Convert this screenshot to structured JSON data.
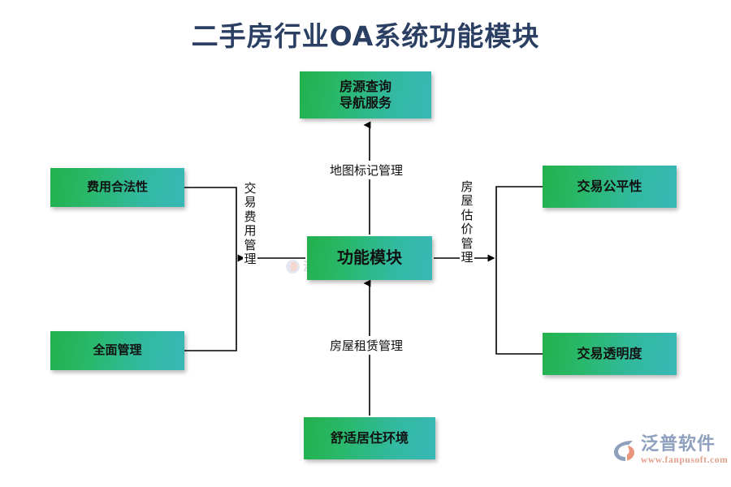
{
  "diagram": {
    "title": "二手房行业OA系统功能模块",
    "title_color": "#2b3f63",
    "accent_gradient_start": "#22b14c",
    "accent_gradient_end": "#38b8b6",
    "center_node": "功能模块",
    "nodes": {
      "top": "房源查询\n导航服务",
      "top_line1": "房源查询",
      "top_line2": "导航服务",
      "bottom": "舒适居住环境",
      "left_top": "费用合法性",
      "left_bottom": "全面管理",
      "right_top": "交易公平性",
      "right_bottom": "交易透明度"
    },
    "edge_labels": {
      "top": "地图标记管理",
      "bottom": "房屋租赁管理",
      "left": "交易费用管理",
      "right": "房屋估价管理"
    }
  },
  "watermark": {
    "text": "泛普软件"
  },
  "logo": {
    "name": "泛普软件",
    "url": "www.fanpusoft.com",
    "name_color": "#8ea0bd",
    "url_color": "#e3a08c"
  }
}
